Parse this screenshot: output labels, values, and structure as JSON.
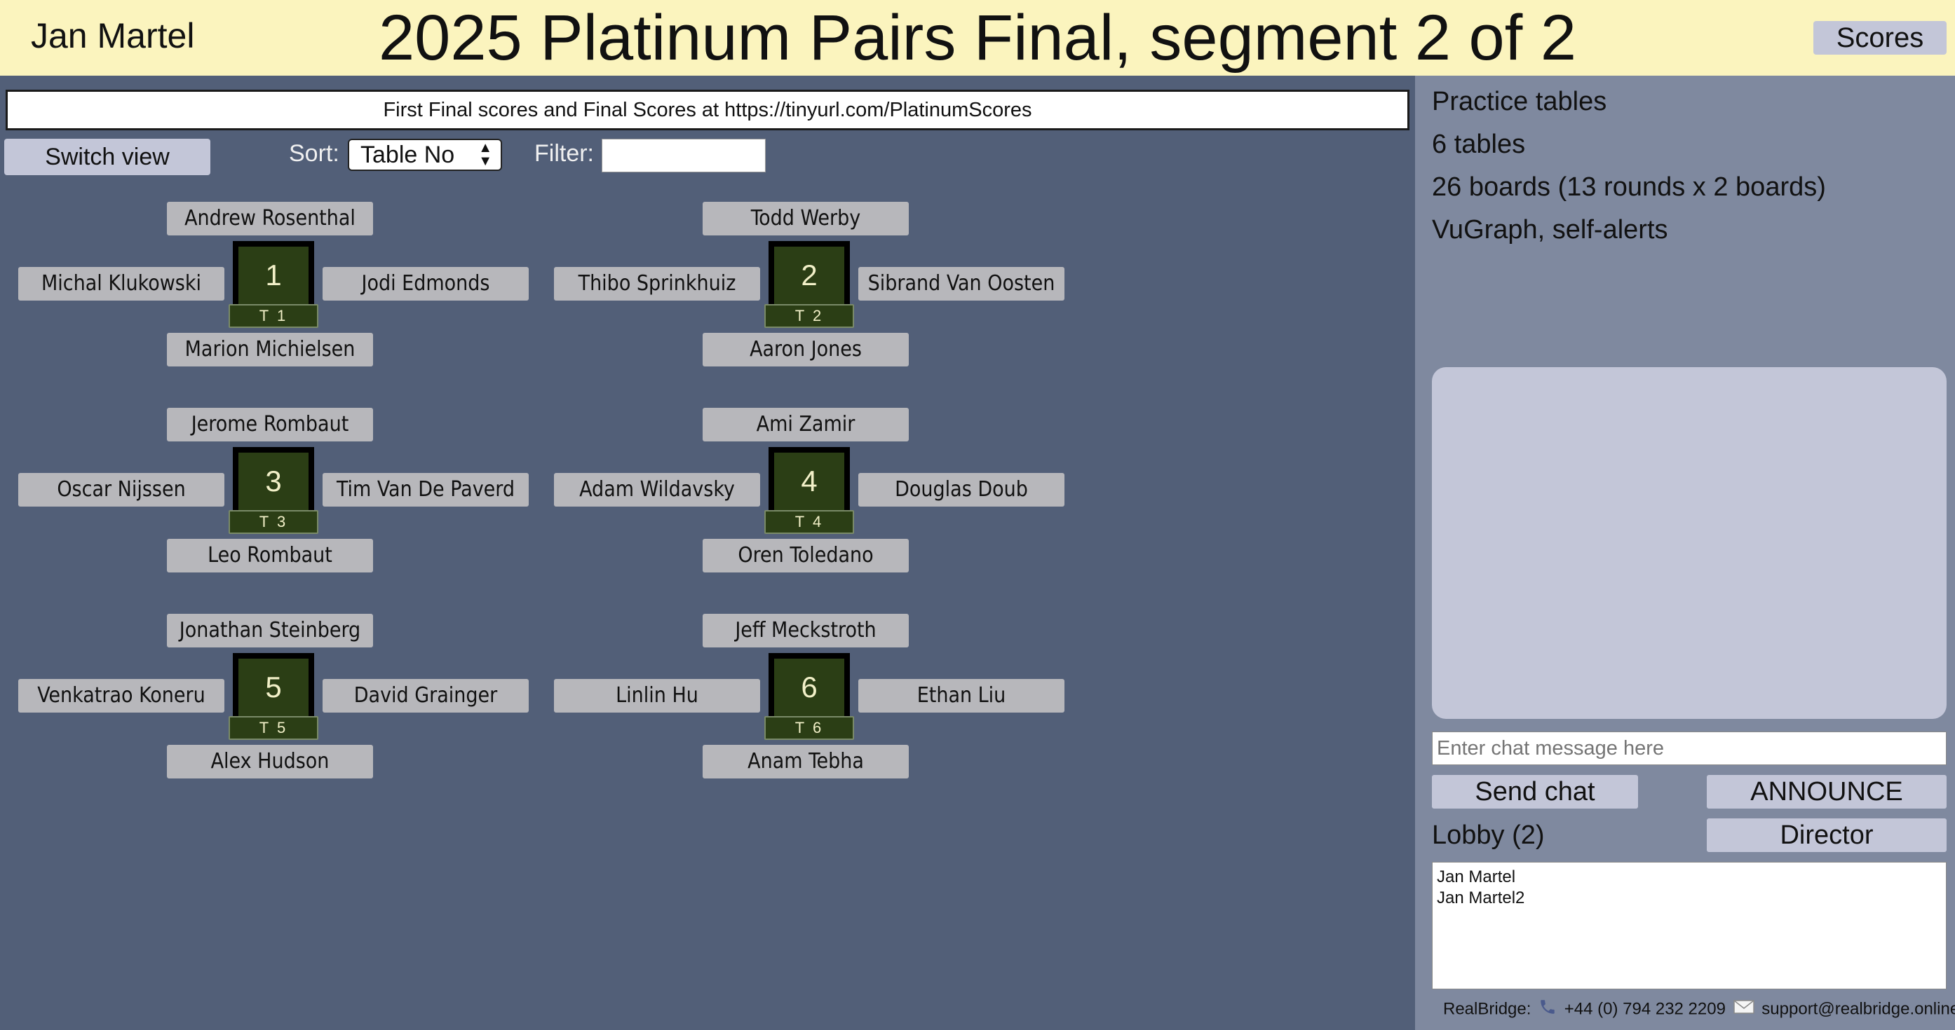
{
  "header": {
    "user_name": "Jan Martel",
    "title": "2025 Platinum Pairs Final, segment 2 of 2",
    "scores_label": "Scores"
  },
  "banner": "First Final scores and Final Scores at https://tinyurl.com/PlatinumScores",
  "controls": {
    "switch_view_label": "Switch view",
    "sort_label": "Sort:",
    "sort_value": "Table No",
    "filter_label": "Filter:",
    "filter_value": ""
  },
  "tables": [
    {
      "number": "1",
      "label": "T 1",
      "north": "Andrew Rosenthal",
      "west": "Michal Klukowski",
      "east": "Jodi Edmonds",
      "south": "Marion Michielsen"
    },
    {
      "number": "2",
      "label": "T 2",
      "north": "Todd Werby",
      "west": "Thibo Sprinkhuiz",
      "east": "Sibrand Van Oosten",
      "south": "Aaron Jones"
    },
    {
      "number": "3",
      "label": "T 3",
      "north": "Jerome Rombaut",
      "west": "Oscar Nijssen",
      "east": "Tim Van De Paverd",
      "south": "Leo Rombaut"
    },
    {
      "number": "4",
      "label": "T 4",
      "north": "Ami Zamir",
      "west": "Adam Wildavsky",
      "east": "Douglas Doub",
      "south": "Oren Toledano"
    },
    {
      "number": "5",
      "label": "T 5",
      "north": "Jonathan Steinberg",
      "west": "Venkatrao Koneru",
      "east": "David Grainger",
      "south": "Alex Hudson"
    },
    {
      "number": "6",
      "label": "T 6",
      "north": "Jeff Meckstroth",
      "west": "Linlin Hu",
      "east": "Ethan Liu",
      "south": "Anam Tebha"
    }
  ],
  "side_panel": {
    "info_lines": [
      "Practice tables",
      "6 tables",
      "26 boards (13 rounds x 2 boards)",
      "VuGraph, self-alerts"
    ],
    "chat_placeholder": "Enter chat message here",
    "send_chat_label": "Send chat",
    "announce_label": "ANNOUNCE",
    "lobby_label": "Lobby (2)",
    "director_label": "Director",
    "lobby_users": [
      "Jan Martel",
      "Jan Martel2"
    ]
  },
  "footer": {
    "brand": "RealBridge:",
    "phone_icon": "phone-icon",
    "phone": "+44 (0) 794 232 2209",
    "mail_icon": "envelope-icon",
    "email": "support@realbridge.online"
  }
}
